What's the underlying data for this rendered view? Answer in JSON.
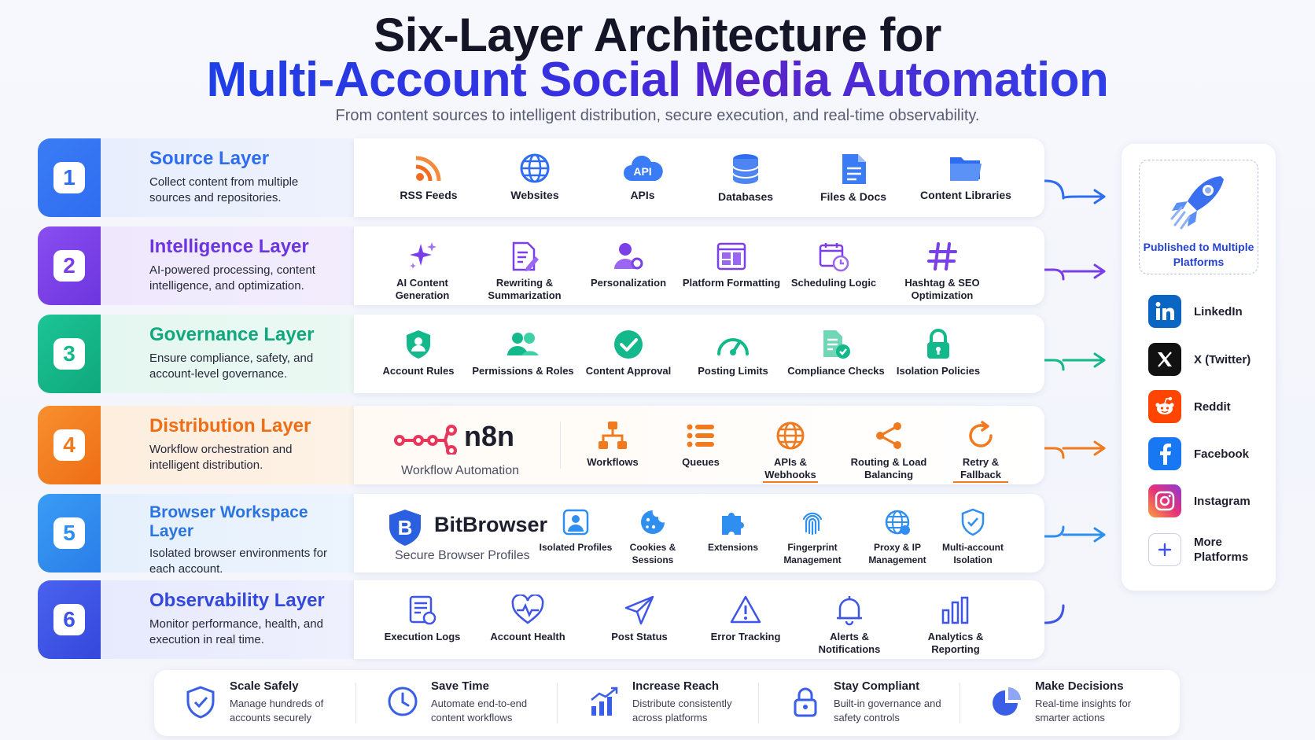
{
  "header": {
    "title_line1": "Six-Layer Architecture for",
    "title_line2": "Multi-Account Social Media Automation",
    "subtitle": "From content sources to intelligent distribution, secure execution, and real-time observability."
  },
  "colors": {
    "layer1": "#2f6df0",
    "layer2": "#7a3fe6",
    "layer3": "#13b98a",
    "layer4": "#f27a1e",
    "layer5": "#2f8ff0",
    "layer6": "#3f55e8"
  },
  "layers": [
    {
      "number": "1",
      "title": "Source Layer",
      "description": "Collect content from multiple sources and repositories.",
      "items": [
        {
          "label": "RSS Feeds",
          "icon": "rss-icon"
        },
        {
          "label": "Websites",
          "icon": "globe-icon"
        },
        {
          "label": "APIs",
          "icon": "api-cloud-icon"
        },
        {
          "label": "Databases",
          "icon": "database-icon"
        },
        {
          "label": "Files & Docs",
          "icon": "document-icon"
        },
        {
          "label": "Content Libraries",
          "icon": "folder-icon"
        }
      ]
    },
    {
      "number": "2",
      "title": "Intelligence Layer",
      "description": "AI-powered processing, content intelligence, and optimization.",
      "items": [
        {
          "label": "AI Content Generation",
          "icon": "sparkles-icon"
        },
        {
          "label": "Rewriting & Summarization",
          "icon": "edit-document-icon"
        },
        {
          "label": "Personalization",
          "icon": "user-settings-icon"
        },
        {
          "label": "Platform Formatting",
          "icon": "layout-icon"
        },
        {
          "label": "Scheduling Logic",
          "icon": "calendar-clock-icon"
        },
        {
          "label": "Hashtag & SEO Optimization",
          "icon": "hashtag-icon"
        }
      ]
    },
    {
      "number": "3",
      "title": "Governance Layer",
      "description": "Ensure compliance, safety, and account-level governance.",
      "items": [
        {
          "label": "Account Rules",
          "icon": "shield-user-icon"
        },
        {
          "label": "Permissions & Roles",
          "icon": "users-icon"
        },
        {
          "label": "Content Approval",
          "icon": "check-circle-icon"
        },
        {
          "label": "Posting Limits",
          "icon": "gauge-icon"
        },
        {
          "label": "Compliance Checks",
          "icon": "document-check-icon"
        },
        {
          "label": "Isolation Policies",
          "icon": "lock-icon"
        }
      ]
    },
    {
      "number": "4",
      "title": "Distribution Layer",
      "description": "Workflow orchestration and intelligent distribution.",
      "brand_name": "n8n",
      "brand_sub": "Workflow Automation",
      "items": [
        {
          "label": "Workflows",
          "icon": "workflow-icon"
        },
        {
          "label": "Queues",
          "icon": "list-icon"
        },
        {
          "label": "APIs & Webhooks",
          "icon": "globe-icon"
        },
        {
          "label": "Routing & Load Balancing",
          "icon": "share-icon"
        },
        {
          "label": "Retry & Fallback",
          "icon": "refresh-icon"
        }
      ]
    },
    {
      "number": "5",
      "title": "Browser Workspace Layer",
      "description": "Isolated browser environments for each account.",
      "brand_name": "BitBrowser",
      "brand_sub": "Secure Browser Profiles",
      "items": [
        {
          "label": "Isolated Profiles",
          "icon": "profile-icon"
        },
        {
          "label": "Cookies & Sessions",
          "icon": "cookie-icon"
        },
        {
          "label": "Extensions",
          "icon": "puzzle-icon"
        },
        {
          "label": "Fingerprint Management",
          "icon": "fingerprint-icon"
        },
        {
          "label": "Proxy & IP Management",
          "icon": "globe-ip-icon"
        },
        {
          "label": "Multi-account Isolation",
          "icon": "shield-check-icon"
        }
      ]
    },
    {
      "number": "6",
      "title": "Observability Layer",
      "description": "Monitor performance, health, and execution in real time.",
      "items": [
        {
          "label": "Execution Logs",
          "icon": "log-icon"
        },
        {
          "label": "Account Health",
          "icon": "heart-pulse-icon"
        },
        {
          "label": "Post Status",
          "icon": "send-icon"
        },
        {
          "label": "Error Tracking",
          "icon": "warning-icon"
        },
        {
          "label": "Alerts & Notifications",
          "icon": "bell-icon"
        },
        {
          "label": "Analytics & Reporting",
          "icon": "bar-chart-icon"
        }
      ]
    }
  ],
  "publish": {
    "label": "Published to Multiple Platforms",
    "platforms": [
      {
        "name": "LinkedIn",
        "icon": "linkedin-icon",
        "color": "#0a66c2"
      },
      {
        "name": "X (Twitter)",
        "icon": "x-icon",
        "color": "#111111"
      },
      {
        "name": "Reddit",
        "icon": "reddit-icon",
        "color": "#ff4500"
      },
      {
        "name": "Facebook",
        "icon": "facebook-icon",
        "color": "#1877f2"
      },
      {
        "name": "Instagram",
        "icon": "instagram-icon",
        "color": "#d6249f"
      },
      {
        "name": "More Platforms",
        "icon": "plus-icon",
        "color": "#3f55e8"
      }
    ]
  },
  "benefits": [
    {
      "title": "Scale Safely",
      "description": "Manage hundreds of accounts securely",
      "icon": "shield-icon"
    },
    {
      "title": "Save Time",
      "description": "Automate end-to-end content workflows",
      "icon": "clock-icon"
    },
    {
      "title": "Increase Reach",
      "description": "Distribute consistently across platforms",
      "icon": "growth-chart-icon"
    },
    {
      "title": "Stay Compliant",
      "description": "Built-in governance and safety controls",
      "icon": "lock-icon"
    },
    {
      "title": "Make Decisions",
      "description": "Real-time insights for smarter actions",
      "icon": "pie-chart-icon"
    }
  ]
}
